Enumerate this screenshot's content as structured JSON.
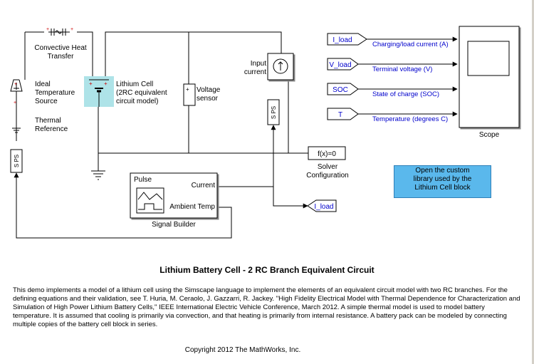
{
  "diagram": {
    "title": "Lithium Battery Cell - 2 RC Branch Equivalent Circuit",
    "description": "This demo implements a model of a lithium cell using the Simscape language to implement the elements of an equivalent circuit model with two RC branches. For the defining equations and their validation, see T. Huria, M. Ceraolo, J. Gazzarri, R. Jackey. \"High Fidelity Electrical Model with Thermal Dependence for Characterization and Simulation of High Power Lithium Battery Cells,\" IEEE International Electric Vehicle Conference, March 2012. A simple thermal model is used to model battery temperature. It is assumed that cooling is primarily via convection, and that heating is primarily from internal resistance. A battery pack can be modeled by connecting multiple copies of the battery cell block in series.",
    "copyright": "Copyright 2012 The MathWorks, Inc."
  },
  "blocks": {
    "convective": "Convective Heat\nTransfer",
    "ideal_temp": "Ideal\nTemperature\nSource",
    "thermal_ref": "Thermal\nReference",
    "lithium_cell": "Lithium Cell\n(2RC equivalent\ncircuit model)",
    "voltage_sensor": "Voltage\nsensor",
    "input_current": "Input\ncurrent",
    "solver": "Solver\nConfiguration",
    "solver_fx": "f(x)=0",
    "signal_builder": "Signal Builder",
    "pulse": "Pulse",
    "sb_current": "Current",
    "sb_ambient": "Ambient Temp",
    "scope": "Scope",
    "sps": "S PS",
    "info": "Open the custom\nlibrary used by the\nLithium Cell block"
  },
  "goto_tags": {
    "i_load": "I_load",
    "v_load": "V_load",
    "soc": "SOC",
    "t": "T",
    "i_load_out": "I_load"
  },
  "signals": {
    "charging": "Charging/load current (A)",
    "terminal": "Terminal voltage (V)",
    "soc": "State of charge (SOC)",
    "temp": "Temperature (degrees C)"
  }
}
